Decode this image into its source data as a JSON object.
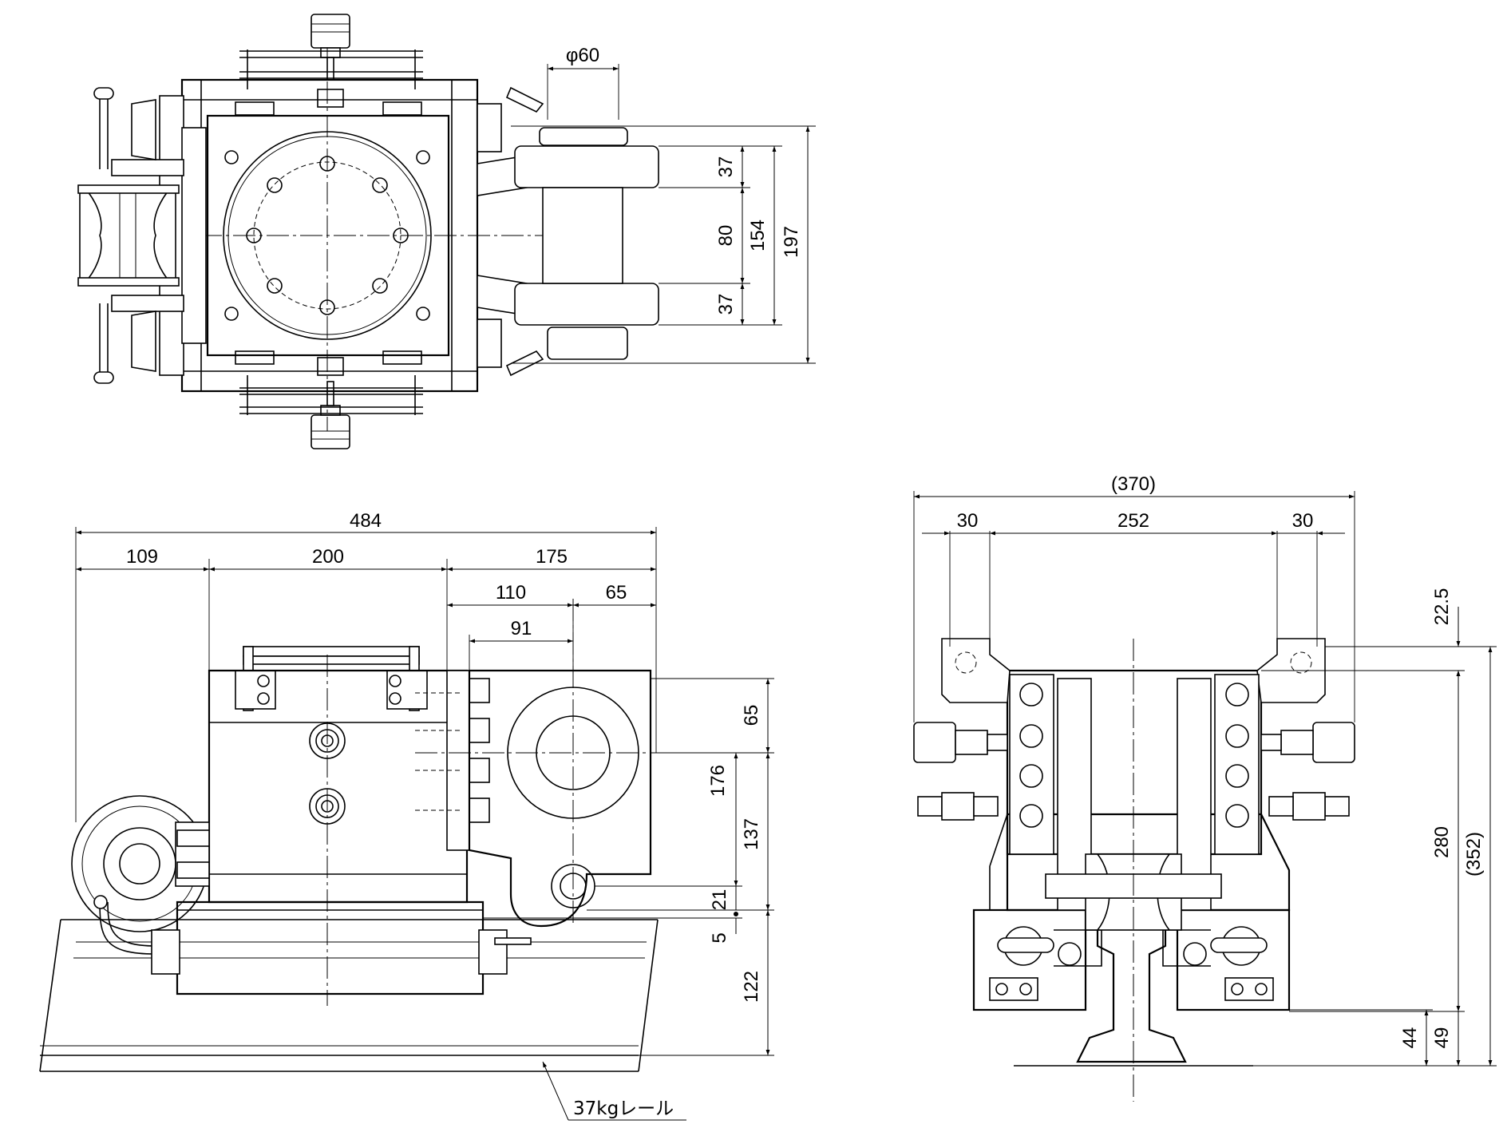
{
  "top_view": {
    "dims": {
      "dia": "φ60",
      "d37a": "37",
      "d80": "80",
      "d37b": "37",
      "d154": "154",
      "d197": "197"
    }
  },
  "side_view": {
    "dims": {
      "d484": "484",
      "d109": "109",
      "d200": "200",
      "d175": "175",
      "d110": "110",
      "d65h": "65",
      "d91": "91",
      "d65v": "65",
      "d176": "176",
      "d137": "137",
      "d21": "21",
      "d5": "5",
      "d122": "122"
    },
    "rail_label": "37kgレール"
  },
  "front_view": {
    "dims": {
      "d370": "(370)",
      "d30a": "30",
      "d252": "252",
      "d30b": "30",
      "d22_5": "22.5",
      "d280": "280",
      "d352": "(352)",
      "d44": "44",
      "d49": "49"
    }
  }
}
